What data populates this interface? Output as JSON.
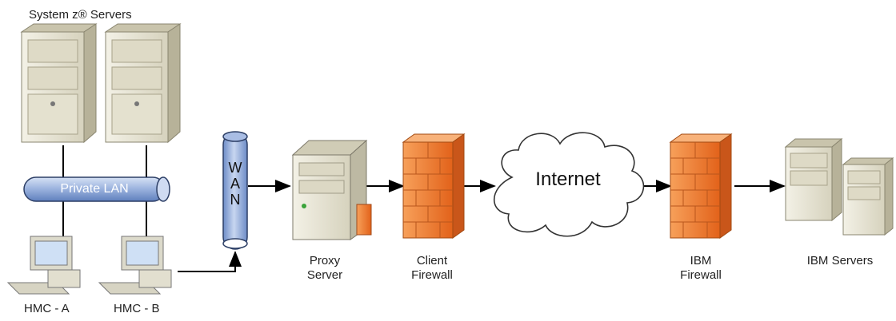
{
  "diagram": {
    "labels": {
      "system_z_servers": "System z® Servers",
      "private_lan": "Private LAN",
      "wan": "WAN",
      "hmc_a": "HMC - A",
      "hmc_b": "HMC - B",
      "proxy_server_line1": "Proxy",
      "proxy_server_line2": "Server",
      "client_firewall_line1": "Client",
      "client_firewall_line2": "Firewall",
      "internet": "Internet",
      "ibm_firewall_line1": "IBM",
      "ibm_firewall_line2": "Firewall",
      "ibm_servers": "IBM Servers"
    },
    "colors": {
      "pipe_fill": "#8fa8d8",
      "firewall": "#f07a2a",
      "server_body": "#e9e6d6",
      "line": "#000000"
    }
  }
}
